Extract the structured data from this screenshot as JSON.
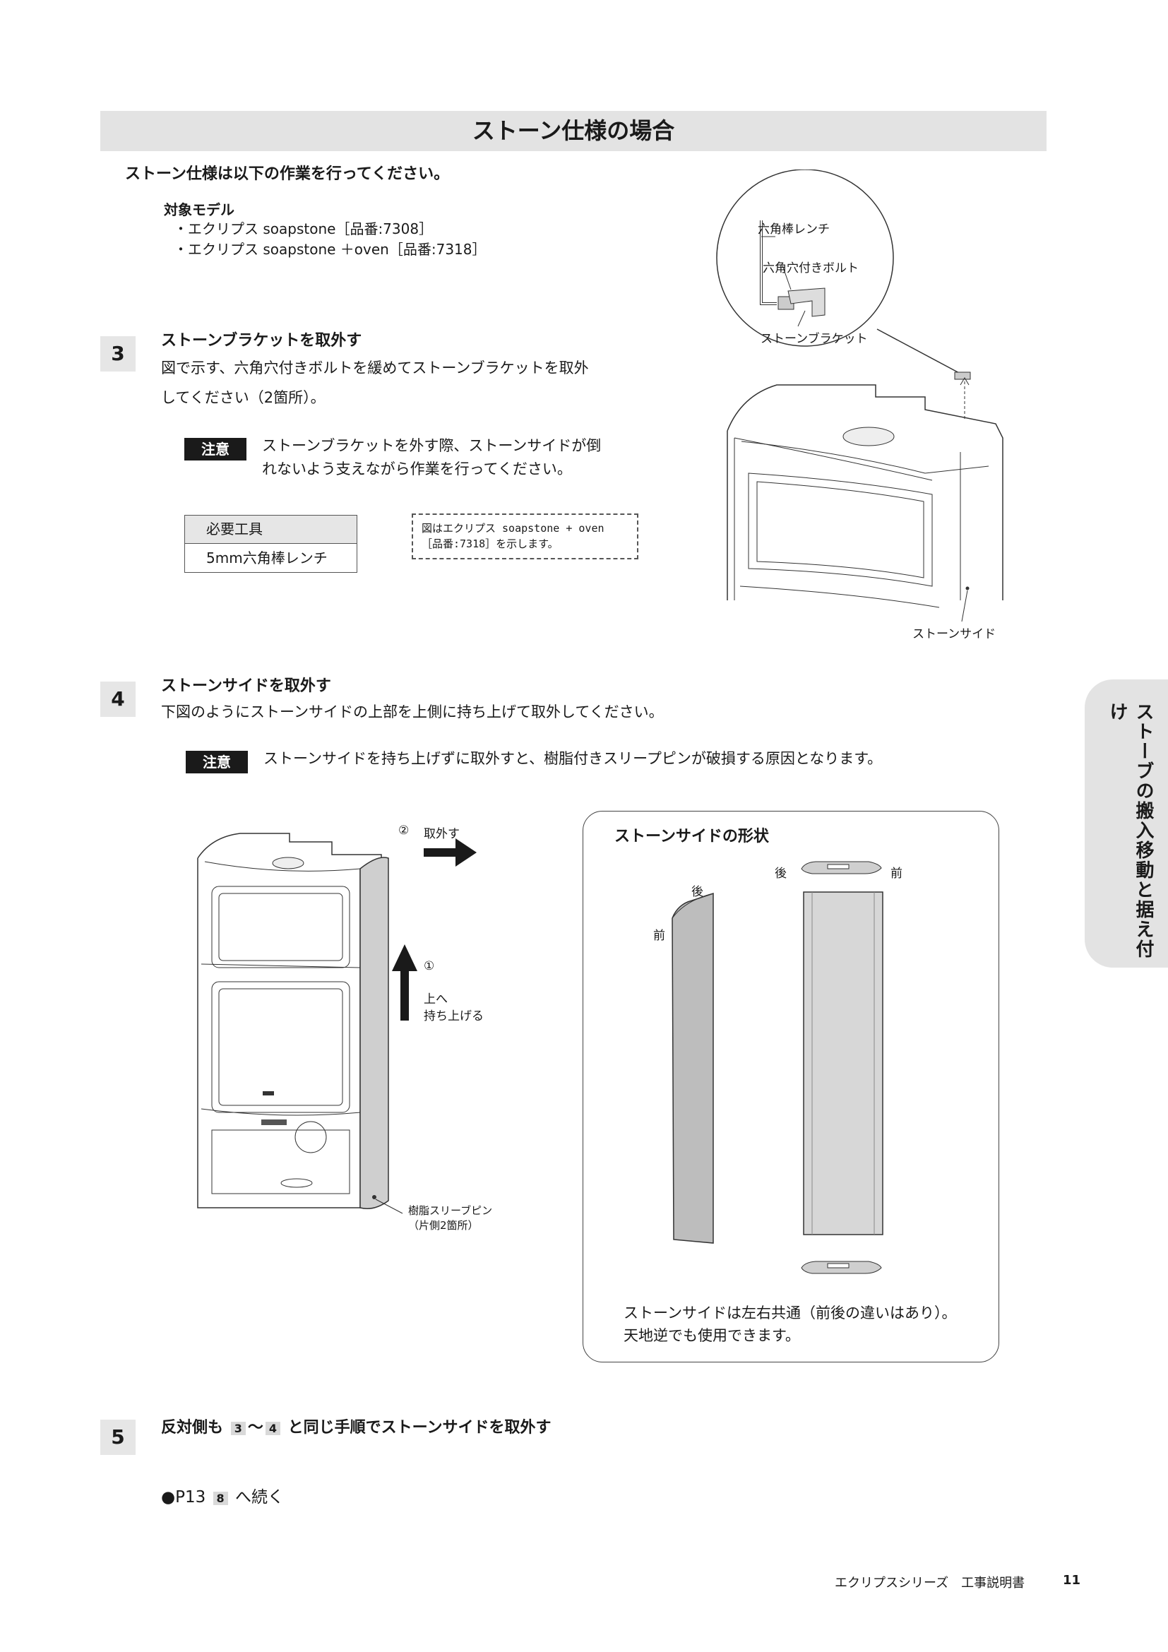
{
  "section_title": "ストーン仕様の場合",
  "intro": "ストーン仕様は以下の作業を行ってください。",
  "models": {
    "title": "対象モデル",
    "items": [
      "・エクリプス soapstone［品番:7308］",
      "・エクリプス soapstone ＋oven［品番:7318］"
    ]
  },
  "step3": {
    "number": "3",
    "heading": "ストーンブラケットを取外す",
    "body_line1": "図で示す、六角穴付きボルトを緩めてストーンブラケットを取外",
    "body_line2": "してください（2箇所）。",
    "caution_label": "注意",
    "caution_line1": "ストーンブラケットを外す際、ストーンサイドが倒",
    "caution_line2": "れないよう支えながら作業を行ってください。",
    "tools_header": "必要工具",
    "tools_value": "5mm六角棒レンチ",
    "note_line1": "図はエクリプス soapstone + oven",
    "note_line2": "［品番:7318］を示します。",
    "labels": {
      "hex_wrench": "六角棒レンチ",
      "hex_bolt": "六角穴付きボルト",
      "stone_bracket": "ストーンブラケット",
      "stone_side": "ストーンサイド"
    }
  },
  "step4": {
    "number": "4",
    "heading": "ストーンサイドを取外す",
    "body": "下図のようにストーンサイドの上部を上側に持ち上げて取外してください。",
    "caution_label": "注意",
    "caution_text": "ストーンサイドを持ち上げずに取外すと、樹脂付きスリープピンが破損する原因となります。",
    "labels": {
      "remove_num": "②",
      "remove": "取外す",
      "lift_num": "①",
      "lift_line1": "上へ",
      "lift_line2": "持ち上げる",
      "pin_line1": "樹脂スリーブピン",
      "pin_line2": "（片側2箇所）"
    },
    "shape": {
      "title": "ストーンサイドの形状",
      "back": "後",
      "front": "前",
      "desc_line1": "ストーンサイドは左右共通（前後の違いはあり）。",
      "desc_line2": "天地逆でも使用できます。"
    }
  },
  "step5": {
    "number": "5",
    "heading_pre": "反対側も",
    "ref_from": "3",
    "ref_sep": "～",
    "ref_to": "4",
    "heading_post": "と同じ手順でストーンサイドを取外す"
  },
  "continue": {
    "bullet": "●P13",
    "ref": "8",
    "text": "へ続く"
  },
  "side_tab": "ストーブの搬入移動と据え付け",
  "footer": {
    "doc_title": "エクリプスシリーズ　工事説明書",
    "page_number": "11"
  }
}
